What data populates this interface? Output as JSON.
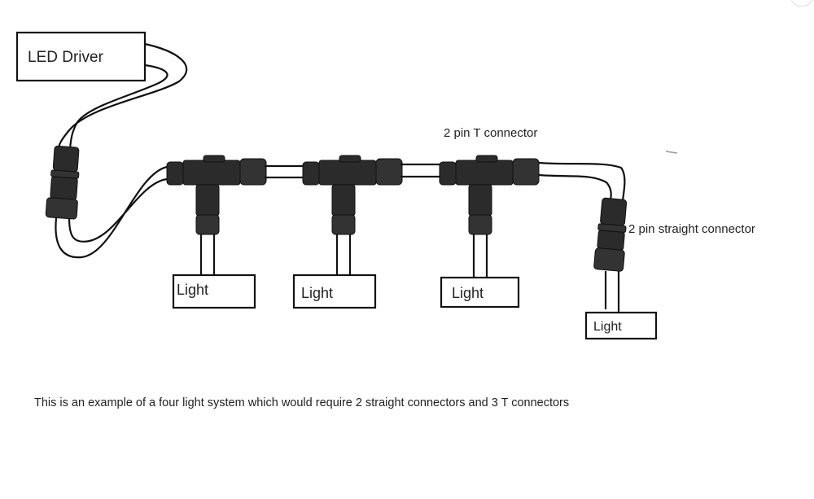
{
  "diagram": {
    "driver_label": "LED Driver",
    "t_connector_label": "2 pin T connector",
    "straight_connector_label": "2 pin straight connector",
    "lights": [
      "Light",
      "Light",
      "Light",
      "Light"
    ],
    "caption": "This is an example of a four light system which would require 2 straight connectors and 3 T connectors"
  }
}
